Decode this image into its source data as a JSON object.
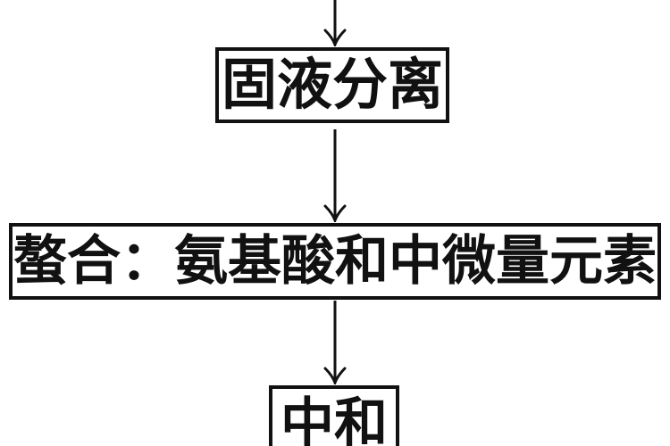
{
  "diagram": {
    "type": "flowchart",
    "direction": "top-to-bottom",
    "language": "zh",
    "nodes": [
      {
        "id": "node-solid-liquid-separation",
        "label": "固液分离"
      },
      {
        "id": "node-chelation",
        "label": "螯合：氨基酸和中微量元素"
      },
      {
        "id": "node-neutralization",
        "label": "中和",
        "note": "partially clipped by bottom edge of image"
      }
    ],
    "edges": [
      {
        "from": "offscreen-top",
        "to": "node-solid-liquid-separation",
        "style": "arrow-down"
      },
      {
        "from": "node-solid-liquid-separation",
        "to": "node-chelation",
        "style": "arrow-down"
      },
      {
        "from": "node-chelation",
        "to": "node-neutralization",
        "style": "arrow-down"
      }
    ],
    "colors": {
      "stroke": "#111111",
      "background": "#ffffff"
    }
  }
}
